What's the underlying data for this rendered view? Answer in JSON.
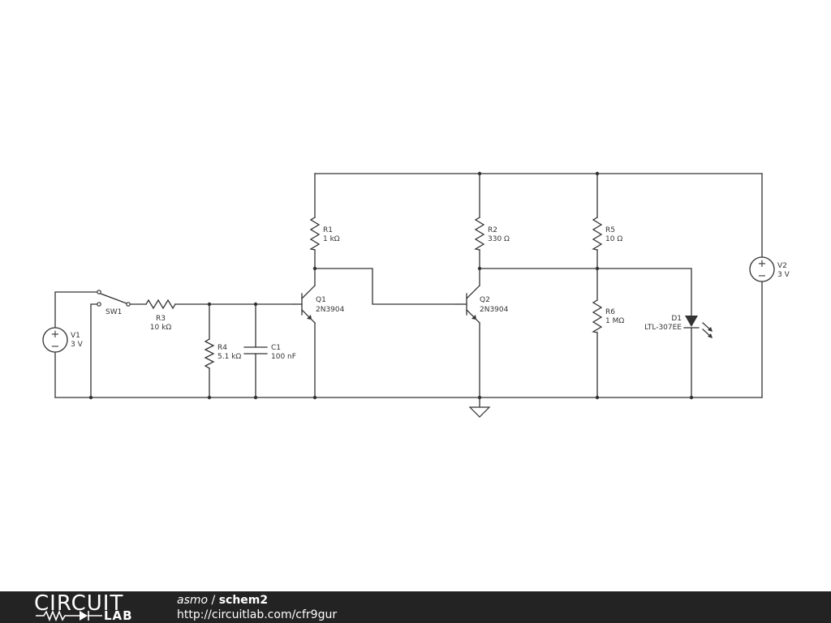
{
  "components": {
    "v1": {
      "name": "V1",
      "value": "3 V"
    },
    "v2": {
      "name": "V2",
      "value": "3 V"
    },
    "sw1": {
      "name": "SW1"
    },
    "r1": {
      "name": "R1",
      "value": "1 kΩ"
    },
    "r2": {
      "name": "R2",
      "value": "330 Ω"
    },
    "r3": {
      "name": "R3",
      "value": "10 kΩ"
    },
    "r4": {
      "name": "R4",
      "value": "5.1 kΩ"
    },
    "r5": {
      "name": "R5",
      "value": "10 Ω"
    },
    "r6": {
      "name": "R6",
      "value": "1 MΩ"
    },
    "c1": {
      "name": "C1",
      "value": "100 nF"
    },
    "q1": {
      "name": "Q1",
      "value": "2N3904"
    },
    "q2": {
      "name": "Q2",
      "value": "2N3904"
    },
    "d1": {
      "name": "D1",
      "value": "LTL-307EE"
    }
  },
  "source_symbols": {
    "plus": "+",
    "minus": "−"
  },
  "footer": {
    "logo_top": "CIRCUIT",
    "logo_bottom": "LAB",
    "user": "asmo",
    "separator": " / ",
    "schematic_name": "schem2",
    "url": "http://circuitlab.com/cfr9gur"
  }
}
